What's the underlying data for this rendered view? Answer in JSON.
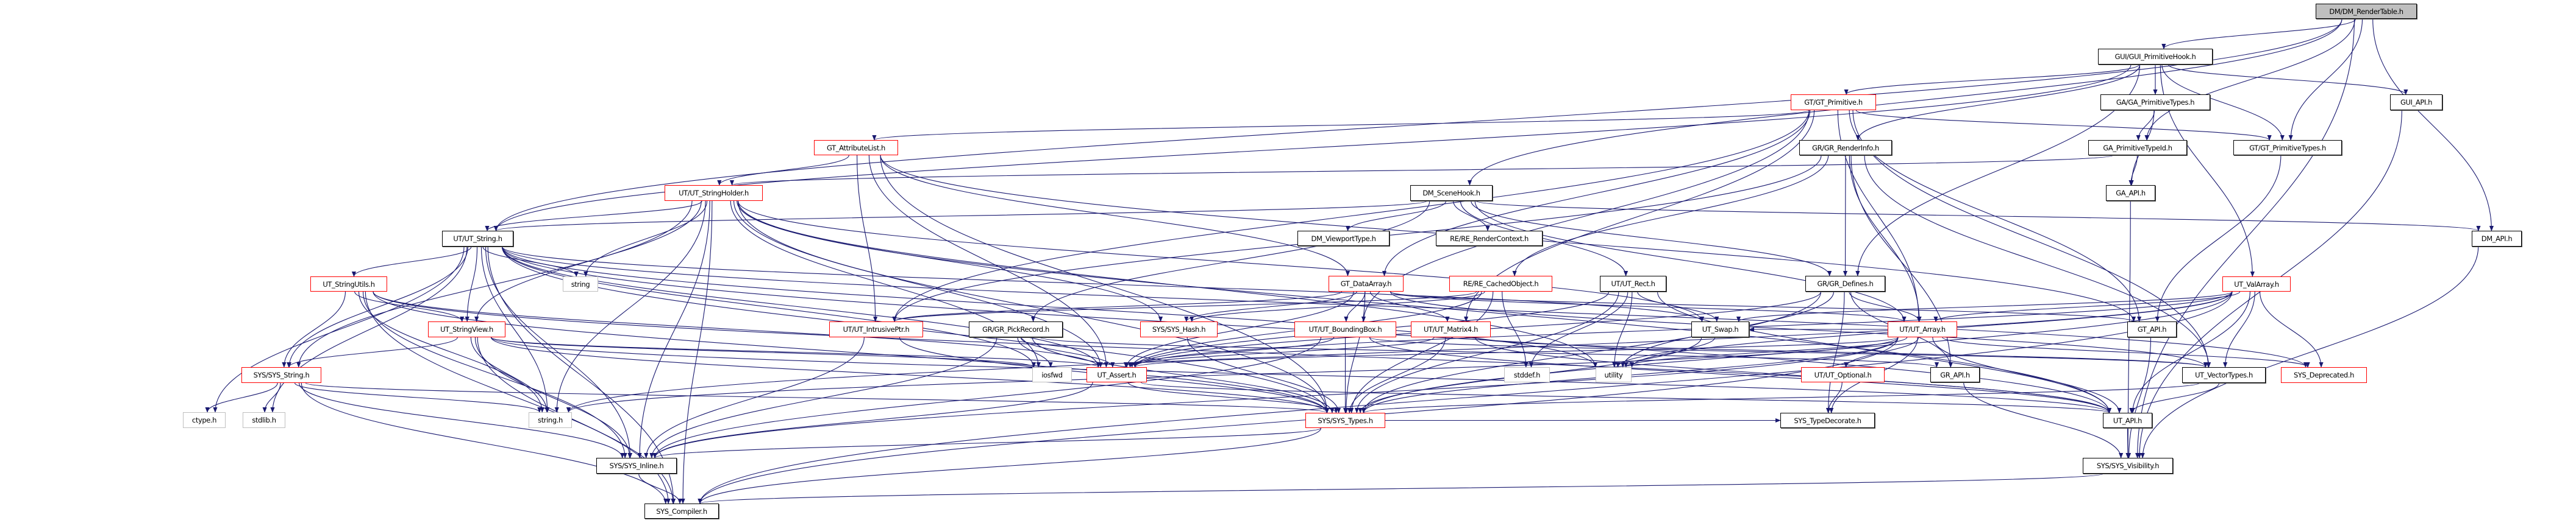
{
  "diagram": {
    "type": "include-dependency-graph",
    "colors": {
      "edge": "#191970",
      "truncated_border": "#ff0000",
      "external_border": "#bfbfbf",
      "root_fill": "#bfbfbf"
    },
    "nodes": [
      {
        "id": "root",
        "label": "DM/DM_RenderTable.h",
        "kind": "root"
      },
      {
        "id": "gui_hook",
        "label": "GUI/GUI_PrimitiveHook.h",
        "kind": "normal"
      },
      {
        "id": "gt_prim",
        "label": "GT/GT_Primitive.h",
        "kind": "truncated"
      },
      {
        "id": "ga_primtypes",
        "label": "GA/GA_PrimitiveTypes.h",
        "kind": "normal"
      },
      {
        "id": "gui_api",
        "label": "GUI_API.h",
        "kind": "normal"
      },
      {
        "id": "gt_attr",
        "label": "GT_AttributeList.h",
        "kind": "truncated"
      },
      {
        "id": "gr_renderinfo",
        "label": "GR/GR_RenderInfo.h",
        "kind": "normal"
      },
      {
        "id": "ga_primtypeid",
        "label": "GA_PrimitiveTypeId.h",
        "kind": "normal"
      },
      {
        "id": "gt_primtypes",
        "label": "GT/GT_PrimitiveTypes.h",
        "kind": "normal"
      },
      {
        "id": "ut_strholder",
        "label": "UT/UT_StringHolder.h",
        "kind": "truncated"
      },
      {
        "id": "dm_scenehook",
        "label": "DM_SceneHook.h",
        "kind": "normal"
      },
      {
        "id": "ga_api",
        "label": "GA_API.h",
        "kind": "normal"
      },
      {
        "id": "ut_string",
        "label": "UT/UT_String.h",
        "kind": "normal"
      },
      {
        "id": "dm_viewporttype",
        "label": "DM_ViewportType.h",
        "kind": "normal"
      },
      {
        "id": "re_rendercontext",
        "label": "RE/RE_RenderContext.h",
        "kind": "normal"
      },
      {
        "id": "dm_api",
        "label": "DM_API.h",
        "kind": "normal"
      },
      {
        "id": "ut_strutils",
        "label": "UT_StringUtils.h",
        "kind": "truncated"
      },
      {
        "id": "string",
        "label": "string",
        "kind": "external"
      },
      {
        "id": "gt_dataarray",
        "label": "GT_DataArray.h",
        "kind": "truncated"
      },
      {
        "id": "re_cachedobj",
        "label": "RE/RE_CachedObject.h",
        "kind": "truncated"
      },
      {
        "id": "ut_rect",
        "label": "UT/UT_Rect.h",
        "kind": "normal"
      },
      {
        "id": "gr_defines",
        "label": "GR/GR_Defines.h",
        "kind": "normal"
      },
      {
        "id": "ut_valarray",
        "label": "UT_ValArray.h",
        "kind": "truncated"
      },
      {
        "id": "ut_strview",
        "label": "UT_StringView.h",
        "kind": "truncated"
      },
      {
        "id": "ut_intrusiveptr",
        "label": "UT/UT_IntrusivePtr.h",
        "kind": "truncated"
      },
      {
        "id": "gr_pickrecord",
        "label": "GR/GR_PickRecord.h",
        "kind": "normal"
      },
      {
        "id": "sys_hash",
        "label": "SYS/SYS_Hash.h",
        "kind": "truncated"
      },
      {
        "id": "ut_bbox",
        "label": "UT/UT_BoundingBox.h",
        "kind": "truncated"
      },
      {
        "id": "ut_matrix4",
        "label": "UT/UT_Matrix4.h",
        "kind": "truncated"
      },
      {
        "id": "ut_swap",
        "label": "UT_Swap.h",
        "kind": "normal"
      },
      {
        "id": "ut_array",
        "label": "UT/UT_Array.h",
        "kind": "truncated"
      },
      {
        "id": "gt_api",
        "label": "GT_API.h",
        "kind": "normal"
      },
      {
        "id": "sys_string",
        "label": "SYS/SYS_String.h",
        "kind": "truncated"
      },
      {
        "id": "iosfwd",
        "label": "iosfwd",
        "kind": "external"
      },
      {
        "id": "ut_assert",
        "label": "UT_Assert.h",
        "kind": "truncated"
      },
      {
        "id": "stddef",
        "label": "stddef.h",
        "kind": "external"
      },
      {
        "id": "utility",
        "label": "utility",
        "kind": "external"
      },
      {
        "id": "ut_optional",
        "label": "UT/UT_Optional.h",
        "kind": "truncated"
      },
      {
        "id": "gr_api",
        "label": "GR_API.h",
        "kind": "normal"
      },
      {
        "id": "ut_vectortypes",
        "label": "UT_VectorTypes.h",
        "kind": "normal"
      },
      {
        "id": "sys_deprecated",
        "label": "SYS_Deprecated.h",
        "kind": "truncated"
      },
      {
        "id": "ctype",
        "label": "ctype.h",
        "kind": "external"
      },
      {
        "id": "stdlib",
        "label": "stdlib.h",
        "kind": "external"
      },
      {
        "id": "string_h",
        "label": "string.h",
        "kind": "external"
      },
      {
        "id": "sys_types",
        "label": "SYS/SYS_Types.h",
        "kind": "truncated"
      },
      {
        "id": "sys_typedecorate",
        "label": "SYS_TypeDecorate.h",
        "kind": "normal"
      },
      {
        "id": "ut_api",
        "label": "UT_API.h",
        "kind": "normal"
      },
      {
        "id": "sys_inline",
        "label": "SYS/SYS_Inline.h",
        "kind": "normal"
      },
      {
        "id": "sys_visibility",
        "label": "SYS/SYS_Visibility.h",
        "kind": "normal"
      },
      {
        "id": "sys_compiler",
        "label": "SYS_Compiler.h",
        "kind": "normal"
      }
    ],
    "edges": [
      [
        "root",
        "gui_hook"
      ],
      [
        "root",
        "ga_primtypeid"
      ],
      [
        "root",
        "gt_primtypes"
      ],
      [
        "root",
        "dm_api"
      ],
      [
        "root",
        "sys_visibility"
      ],
      [
        "root",
        "dm_scenehook"
      ],
      [
        "root",
        "ut_string"
      ],
      [
        "gui_hook",
        "gt_prim"
      ],
      [
        "gui_hook",
        "ga_primtypes"
      ],
      [
        "gui_hook",
        "gt_primtypes"
      ],
      [
        "gui_hook",
        "gui_api"
      ],
      [
        "gui_hook",
        "gr_renderinfo"
      ],
      [
        "gui_hook",
        "gr_defines"
      ],
      [
        "gui_hook",
        "ut_valarray"
      ],
      [
        "gui_hook",
        "ut_string"
      ],
      [
        "gui_api",
        "sys_visibility"
      ],
      [
        "ga_primtypes",
        "ga_primtypeid"
      ],
      [
        "ga_primtypes",
        "ga_api"
      ],
      [
        "ga_primtypeid",
        "ga_api"
      ],
      [
        "ga_primtypeid",
        "ut_strholder"
      ],
      [
        "ga_api",
        "sys_visibility"
      ],
      [
        "gt_primtypes",
        "gt_api"
      ],
      [
        "gt_prim",
        "gt_attr"
      ],
      [
        "gt_prim",
        "gt_primtypes"
      ],
      [
        "gt_prim",
        "gt_dataarray"
      ],
      [
        "gt_prim",
        "ut_bbox"
      ],
      [
        "gt_prim",
        "ut_intrusiveptr"
      ],
      [
        "gt_prim",
        "gt_api"
      ],
      [
        "gt_prim",
        "ut_vectortypes"
      ],
      [
        "gt_prim",
        "ut_array"
      ],
      [
        "gt_prim",
        "ut_matrix4"
      ],
      [
        "gt_attr",
        "ut_strholder"
      ],
      [
        "gt_attr",
        "gt_dataarray"
      ],
      [
        "gt_attr",
        "ut_intrusiveptr"
      ],
      [
        "gt_attr",
        "ut_assert"
      ],
      [
        "gt_attr",
        "gt_api"
      ],
      [
        "gt_attr",
        "sys_types"
      ],
      [
        "gr_renderinfo",
        "gr_defines"
      ],
      [
        "gr_renderinfo",
        "gr_api"
      ],
      [
        "gr_renderinfo",
        "ut_array"
      ],
      [
        "gr_renderinfo",
        "re_cachedobj"
      ],
      [
        "gr_renderinfo",
        "ut_intrusiveptr"
      ],
      [
        "gr_renderinfo",
        "ut_vectortypes"
      ],
      [
        "ut_strholder",
        "ut_string"
      ],
      [
        "ut_strholder",
        "ut_assert"
      ],
      [
        "ut_strholder",
        "sys_inline"
      ],
      [
        "ut_strholder",
        "sys_compiler"
      ],
      [
        "ut_strholder",
        "string_h"
      ],
      [
        "ut_strholder",
        "ut_swap"
      ],
      [
        "ut_strholder",
        "ut_strview"
      ],
      [
        "ut_strholder",
        "sys_string"
      ],
      [
        "ut_strholder",
        "iosfwd"
      ],
      [
        "ut_strholder",
        "string"
      ],
      [
        "ut_strholder",
        "utility"
      ],
      [
        "ut_strholder",
        "sys_hash"
      ],
      [
        "ut_strholder",
        "sys_types"
      ],
      [
        "ut_strholder",
        "ut_api"
      ],
      [
        "dm_scenehook",
        "dm_viewporttype"
      ],
      [
        "dm_scenehook",
        "re_rendercontext"
      ],
      [
        "dm_scenehook",
        "ut_string"
      ],
      [
        "dm_scenehook",
        "gr_defines"
      ],
      [
        "dm_scenehook",
        "ut_rect"
      ],
      [
        "dm_scenehook",
        "gr_pickrecord"
      ],
      [
        "dm_scenehook",
        "dm_api"
      ],
      [
        "dm_scenehook",
        "ut_array"
      ],
      [
        "ut_string",
        "ut_strutils"
      ],
      [
        "ut_string",
        "string"
      ],
      [
        "ut_string",
        "ut_strview"
      ],
      [
        "ut_string",
        "sys_string"
      ],
      [
        "ut_string",
        "ctype"
      ],
      [
        "ut_string",
        "stdlib"
      ],
      [
        "ut_string",
        "string_h"
      ],
      [
        "ut_string",
        "sys_inline"
      ],
      [
        "ut_string",
        "sys_compiler"
      ],
      [
        "ut_string",
        "ut_assert"
      ],
      [
        "ut_string",
        "iosfwd"
      ],
      [
        "ut_string",
        "ut_api"
      ],
      [
        "ut_string",
        "sys_types"
      ],
      [
        "ut_string",
        "ut_swap"
      ],
      [
        "ut_string",
        "sys_deprecated"
      ],
      [
        "ut_string",
        "utility"
      ],
      [
        "ut_strutils",
        "sys_string"
      ],
      [
        "ut_strutils",
        "ut_strview"
      ],
      [
        "ut_strutils",
        "string_h"
      ],
      [
        "ut_strutils",
        "sys_inline"
      ],
      [
        "ut_strutils",
        "sys_compiler"
      ],
      [
        "ut_strutils",
        "ut_assert"
      ],
      [
        "ut_strutils",
        "ut_api"
      ],
      [
        "ut_strutils",
        "sys_types"
      ],
      [
        "ut_strview",
        "sys_string"
      ],
      [
        "ut_strview",
        "string_h"
      ],
      [
        "ut_strview",
        "sys_inline"
      ],
      [
        "ut_strview",
        "sys_compiler"
      ],
      [
        "ut_strview",
        "ut_api"
      ],
      [
        "ut_strview",
        "sys_types"
      ],
      [
        "ut_strview",
        "ut_assert"
      ],
      [
        "ut_strview",
        "iosfwd"
      ],
      [
        "sys_string",
        "ctype"
      ],
      [
        "sys_string",
        "stdlib"
      ],
      [
        "sys_string",
        "string_h"
      ],
      [
        "sys_string",
        "sys_inline"
      ],
      [
        "sys_string",
        "sys_types"
      ],
      [
        "sys_string",
        "sys_compiler"
      ],
      [
        "sys_inline",
        "sys_compiler"
      ],
      [
        "gt_dataarray",
        "ut_bbox"
      ],
      [
        "gt_dataarray",
        "ut_matrix4"
      ],
      [
        "gt_dataarray",
        "ut_intrusiveptr"
      ],
      [
        "gt_dataarray",
        "sys_hash"
      ],
      [
        "gt_dataarray",
        "ut_assert"
      ],
      [
        "gt_dataarray",
        "gt_api"
      ],
      [
        "gt_dataarray",
        "sys_types"
      ],
      [
        "gt_dataarray",
        "ut_array"
      ],
      [
        "gt_dataarray",
        "ut_vectortypes"
      ],
      [
        "re_cachedobj",
        "stddef"
      ],
      [
        "re_cachedobj",
        "sys_types"
      ],
      [
        "re_cachedobj",
        "ut_intrusiveptr"
      ],
      [
        "re_cachedobj",
        "ut_assert"
      ],
      [
        "re_cachedobj",
        "sys_hash"
      ],
      [
        "ut_rect",
        "ut_swap"
      ],
      [
        "ut_rect",
        "stddef"
      ],
      [
        "ut_rect",
        "utility"
      ],
      [
        "ut_rect",
        "ut_assert"
      ],
      [
        "ut_rect",
        "ut_api"
      ],
      [
        "ut_rect",
        "sys_types"
      ],
      [
        "gr_defines",
        "ut_array"
      ],
      [
        "gr_defines",
        "gr_api"
      ],
      [
        "gr_defines",
        "sys_typedecorate"
      ],
      [
        "gr_defines",
        "ut_assert"
      ],
      [
        "gr_defines",
        "sys_types"
      ],
      [
        "gr_defines",
        "utility"
      ],
      [
        "ut_valarray",
        "ut_array"
      ],
      [
        "ut_valarray",
        "ut_api"
      ],
      [
        "ut_valarray",
        "ut_vectortypes"
      ],
      [
        "ut_valarray",
        "sys_deprecated"
      ],
      [
        "ut_valarray",
        "sys_types"
      ],
      [
        "ut_valarray",
        "sys_compiler"
      ],
      [
        "ut_valarray",
        "utility"
      ],
      [
        "ut_valarray",
        "ut_swap"
      ],
      [
        "ut_valarray",
        "ut_assert"
      ],
      [
        "ut_valarray",
        "string_h"
      ],
      [
        "gr_pickrecord",
        "iosfwd"
      ],
      [
        "gr_pickrecord",
        "ut_assert"
      ],
      [
        "gr_pickrecord",
        "sys_types"
      ],
      [
        "gr_pickrecord",
        "gr_api"
      ],
      [
        "gr_pickrecord",
        "sys_inline"
      ],
      [
        "ut_intrusiveptr",
        "sys_inline"
      ],
      [
        "ut_intrusiveptr",
        "sys_types"
      ],
      [
        "ut_bbox",
        "sys_types"
      ],
      [
        "ut_bbox",
        "ut_assert"
      ],
      [
        "ut_bbox",
        "ut_api"
      ],
      [
        "ut_bbox",
        "ut_vectortypes"
      ],
      [
        "ut_bbox",
        "sys_inline"
      ],
      [
        "ut_matrix4",
        "ut_assert"
      ],
      [
        "ut_matrix4",
        "ut_api"
      ],
      [
        "ut_matrix4",
        "ut_vectortypes"
      ],
      [
        "ut_matrix4",
        "sys_types"
      ],
      [
        "ut_swap",
        "utility"
      ],
      [
        "ut_swap",
        "sys_types"
      ],
      [
        "ut_array",
        "ut_optional"
      ],
      [
        "ut_array",
        "sys_typedecorate"
      ],
      [
        "ut_array",
        "ut_api"
      ],
      [
        "ut_array",
        "sys_types"
      ],
      [
        "ut_array",
        "utility"
      ],
      [
        "ut_array",
        "ut_assert"
      ],
      [
        "ut_array",
        "sys_inline"
      ],
      [
        "ut_array",
        "sys_compiler"
      ],
      [
        "ut_array",
        "sys_deprecated"
      ],
      [
        "ut_array",
        "string_h"
      ],
      [
        "ut_array",
        "ut_swap"
      ],
      [
        "ut_optional",
        "sys_typedecorate"
      ],
      [
        "gr_api",
        "sys_visibility"
      ],
      [
        "gt_api",
        "sys_visibility"
      ],
      [
        "ut_vectortypes",
        "ut_api"
      ],
      [
        "ut_vectortypes",
        "sys_types"
      ],
      [
        "ut_assert",
        "ut_api"
      ],
      [
        "ut_assert",
        "sys_inline"
      ],
      [
        "ut_assert",
        "sys_types"
      ],
      [
        "sys_types",
        "sys_typedecorate"
      ],
      [
        "sys_types",
        "sys_inline"
      ],
      [
        "sys_types",
        "sys_compiler"
      ],
      [
        "ut_api",
        "sys_visibility"
      ],
      [
        "dm_api",
        "sys_visibility"
      ],
      [
        "sys_visibility",
        "sys_compiler"
      ],
      [
        "sys_hash",
        "sys_types"
      ]
    ]
  }
}
